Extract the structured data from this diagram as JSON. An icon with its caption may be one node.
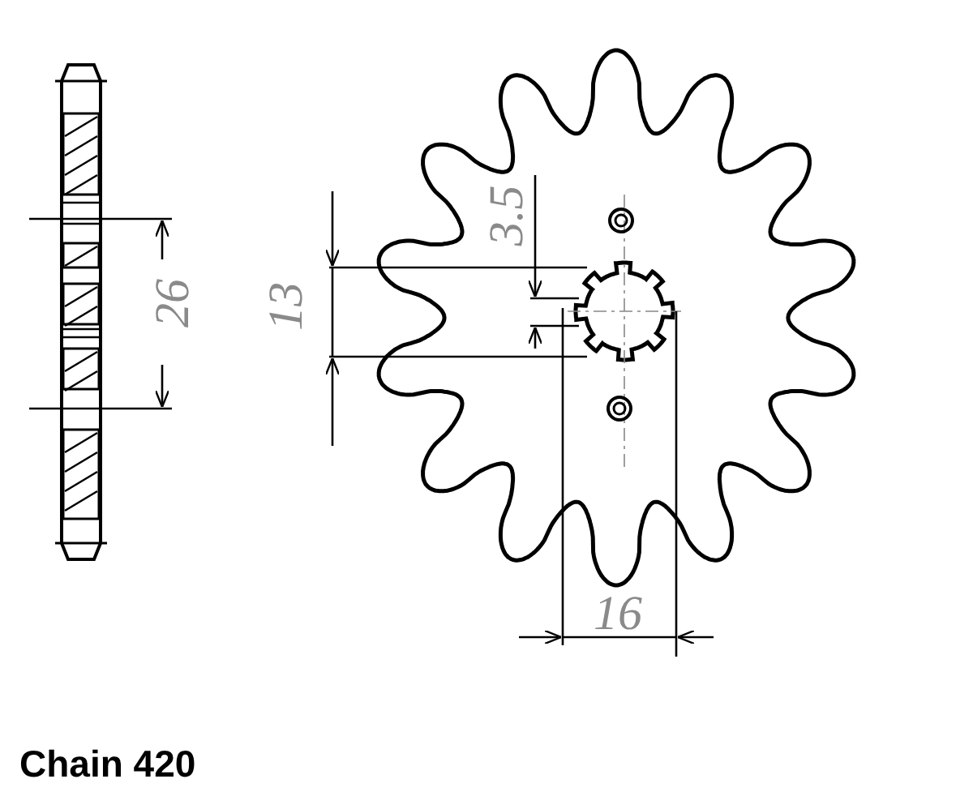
{
  "diagram": {
    "labels": [
      "26",
      "13",
      "3.5",
      "16",
      "Chain 420"
    ]
  }
}
